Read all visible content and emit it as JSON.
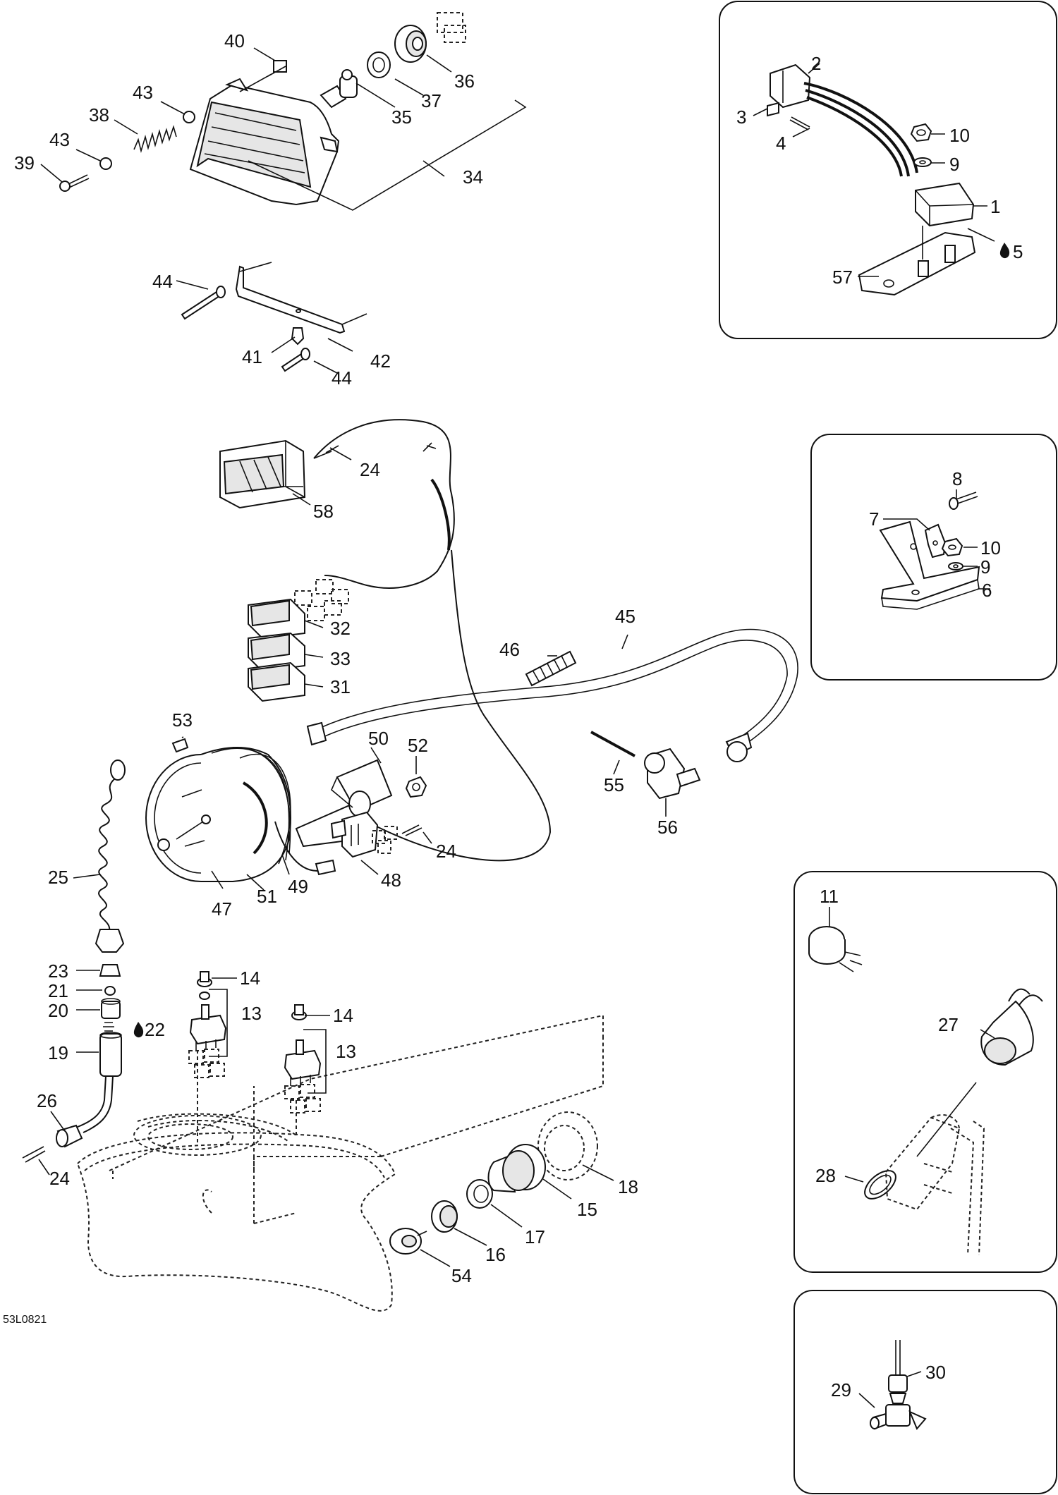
{
  "diagram": {
    "reference_code": "53L0821",
    "drop_symbol": "drop-icon",
    "labels": {
      "p1": "1",
      "p2": "2",
      "p3": "3",
      "p4": "4",
      "p5": "5",
      "p6": "6",
      "p7": "7",
      "p8": "8",
      "p9a": "9",
      "p9b": "9",
      "p10a": "10",
      "p10b": "10",
      "p11": "11",
      "p13a": "13",
      "p13b": "13",
      "p14a": "14",
      "p14b": "14",
      "p15": "15",
      "p16": "16",
      "p17": "17",
      "p18": "18",
      "p19": "19",
      "p20": "20",
      "p21": "21",
      "p22": "22",
      "p23": "23",
      "p24a": "24",
      "p24b": "24",
      "p24c": "24",
      "p25": "25",
      "p26": "26",
      "p27": "27",
      "p28": "28",
      "p29": "29",
      "p30": "30",
      "p31": "31",
      "p32": "32",
      "p33": "33",
      "p34": "34",
      "p35": "35",
      "p36": "36",
      "p37": "37",
      "p38": "38",
      "p39": "39",
      "p40": "40",
      "p41": "41",
      "p42": "42",
      "p43a": "43",
      "p43b": "43",
      "p44a": "44",
      "p44b": "44",
      "p45": "45",
      "p46": "46",
      "p47": "47",
      "p48": "48",
      "p49": "49",
      "p50": "50",
      "p51": "51",
      "p52": "52",
      "p53": "53",
      "p54": "54",
      "p55": "55",
      "p56": "56",
      "p57": "57",
      "p58": "58"
    }
  }
}
